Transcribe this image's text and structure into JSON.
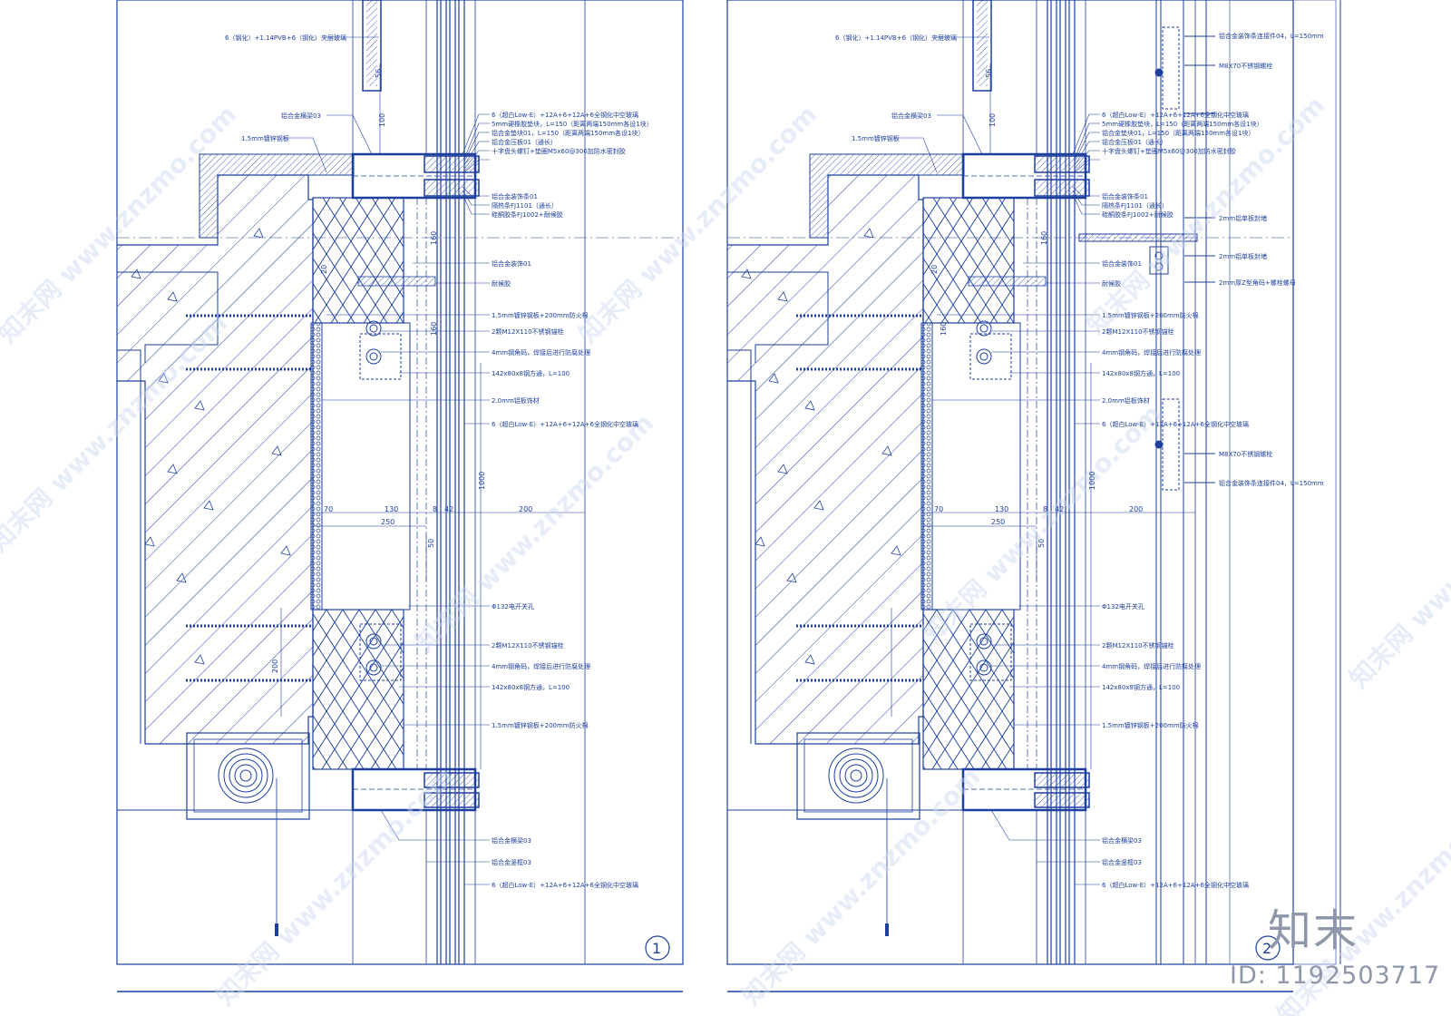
{
  "labels": {
    "laminated_glass": "6（钢化）+1.14PVB+6（钢化）夹层玻璃",
    "trim_03": "铝合金横梁03",
    "steel_plate": "1.5mm镀锌钢板",
    "low_e_glass": "6（超白Low-E）+12A+6+12A+6全钢化中空玻璃",
    "rubber_pad": "5mm硬橡胶垫块，L=150（距离两端150mm各设1块）",
    "spacer_01": "铝合金垫块01，L=150（距离两端150mm各设1块）",
    "press_plate": "铝合金压板01（通长）",
    "bolt": "十字盘头螺钉+垫圈M5x60@300加防水密封胶",
    "decor_01": "铝合金装饰条01",
    "seal_fj1101": "隔热条FJ1101（通长）",
    "seal_fj1002": "硅酮胶条FJ1002+耐候胶",
    "decor_board": "铝合金装饰01",
    "weather_seal": "耐候胶",
    "steel_wool": "1.5mm镀锌钢板+200mm防火棉",
    "anchor": "2颗M12X110不锈钢锚栓",
    "angle": "4mm钢角码，焊接后进行防腐处理",
    "steel_tube": "142x80x8钢方通，L=100",
    "al_plate_2": "2.0mm铝板饰材",
    "pipe": "Φ132电开关孔",
    "mullion_03": "铝合金竖框03",
    "clip_04": "铝合金装饰条连接件04，L=150mm",
    "m8": "M8X70不锈钢螺栓",
    "flash_1": "2mm铝单板封堵",
    "flash_2": "2mm铝单板封堵",
    "flash_3": "2mm厚Z型角码+螺栓螺母"
  },
  "dims": {
    "d56": "56",
    "d100": "100",
    "d160a": "160",
    "d160b": "160",
    "d20": "20",
    "d70": "70",
    "d130": "130",
    "d8": "8",
    "d42": "42",
    "d200": "200",
    "d250": "250",
    "d50": "50",
    "d1000": "1000",
    "d200v": "200"
  },
  "detail_numbers": [
    "1",
    "2"
  ],
  "watermark": "知末网 www.znzmo.com",
  "brand": "知末",
  "id_label": "ID: 1192503717"
}
